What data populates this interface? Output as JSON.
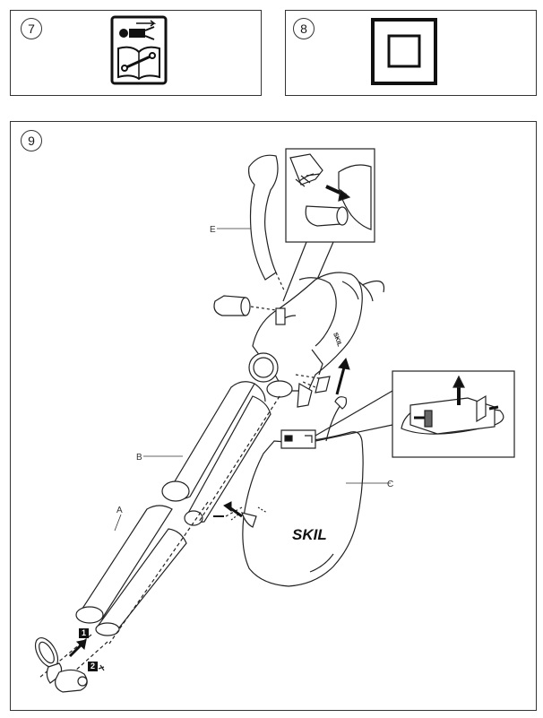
{
  "figures": [
    {
      "number": "7",
      "icon": "read-manual-icon"
    },
    {
      "number": "8",
      "icon": "double-insulation-icon"
    },
    {
      "number": "9",
      "icon": "blower-vacuum-assembly-diagram"
    }
  ],
  "labels": {
    "a": "A",
    "b": "B",
    "c": "C",
    "e": "E"
  },
  "steps": {
    "one": "1",
    "two": "2"
  },
  "brand": "SKIL"
}
